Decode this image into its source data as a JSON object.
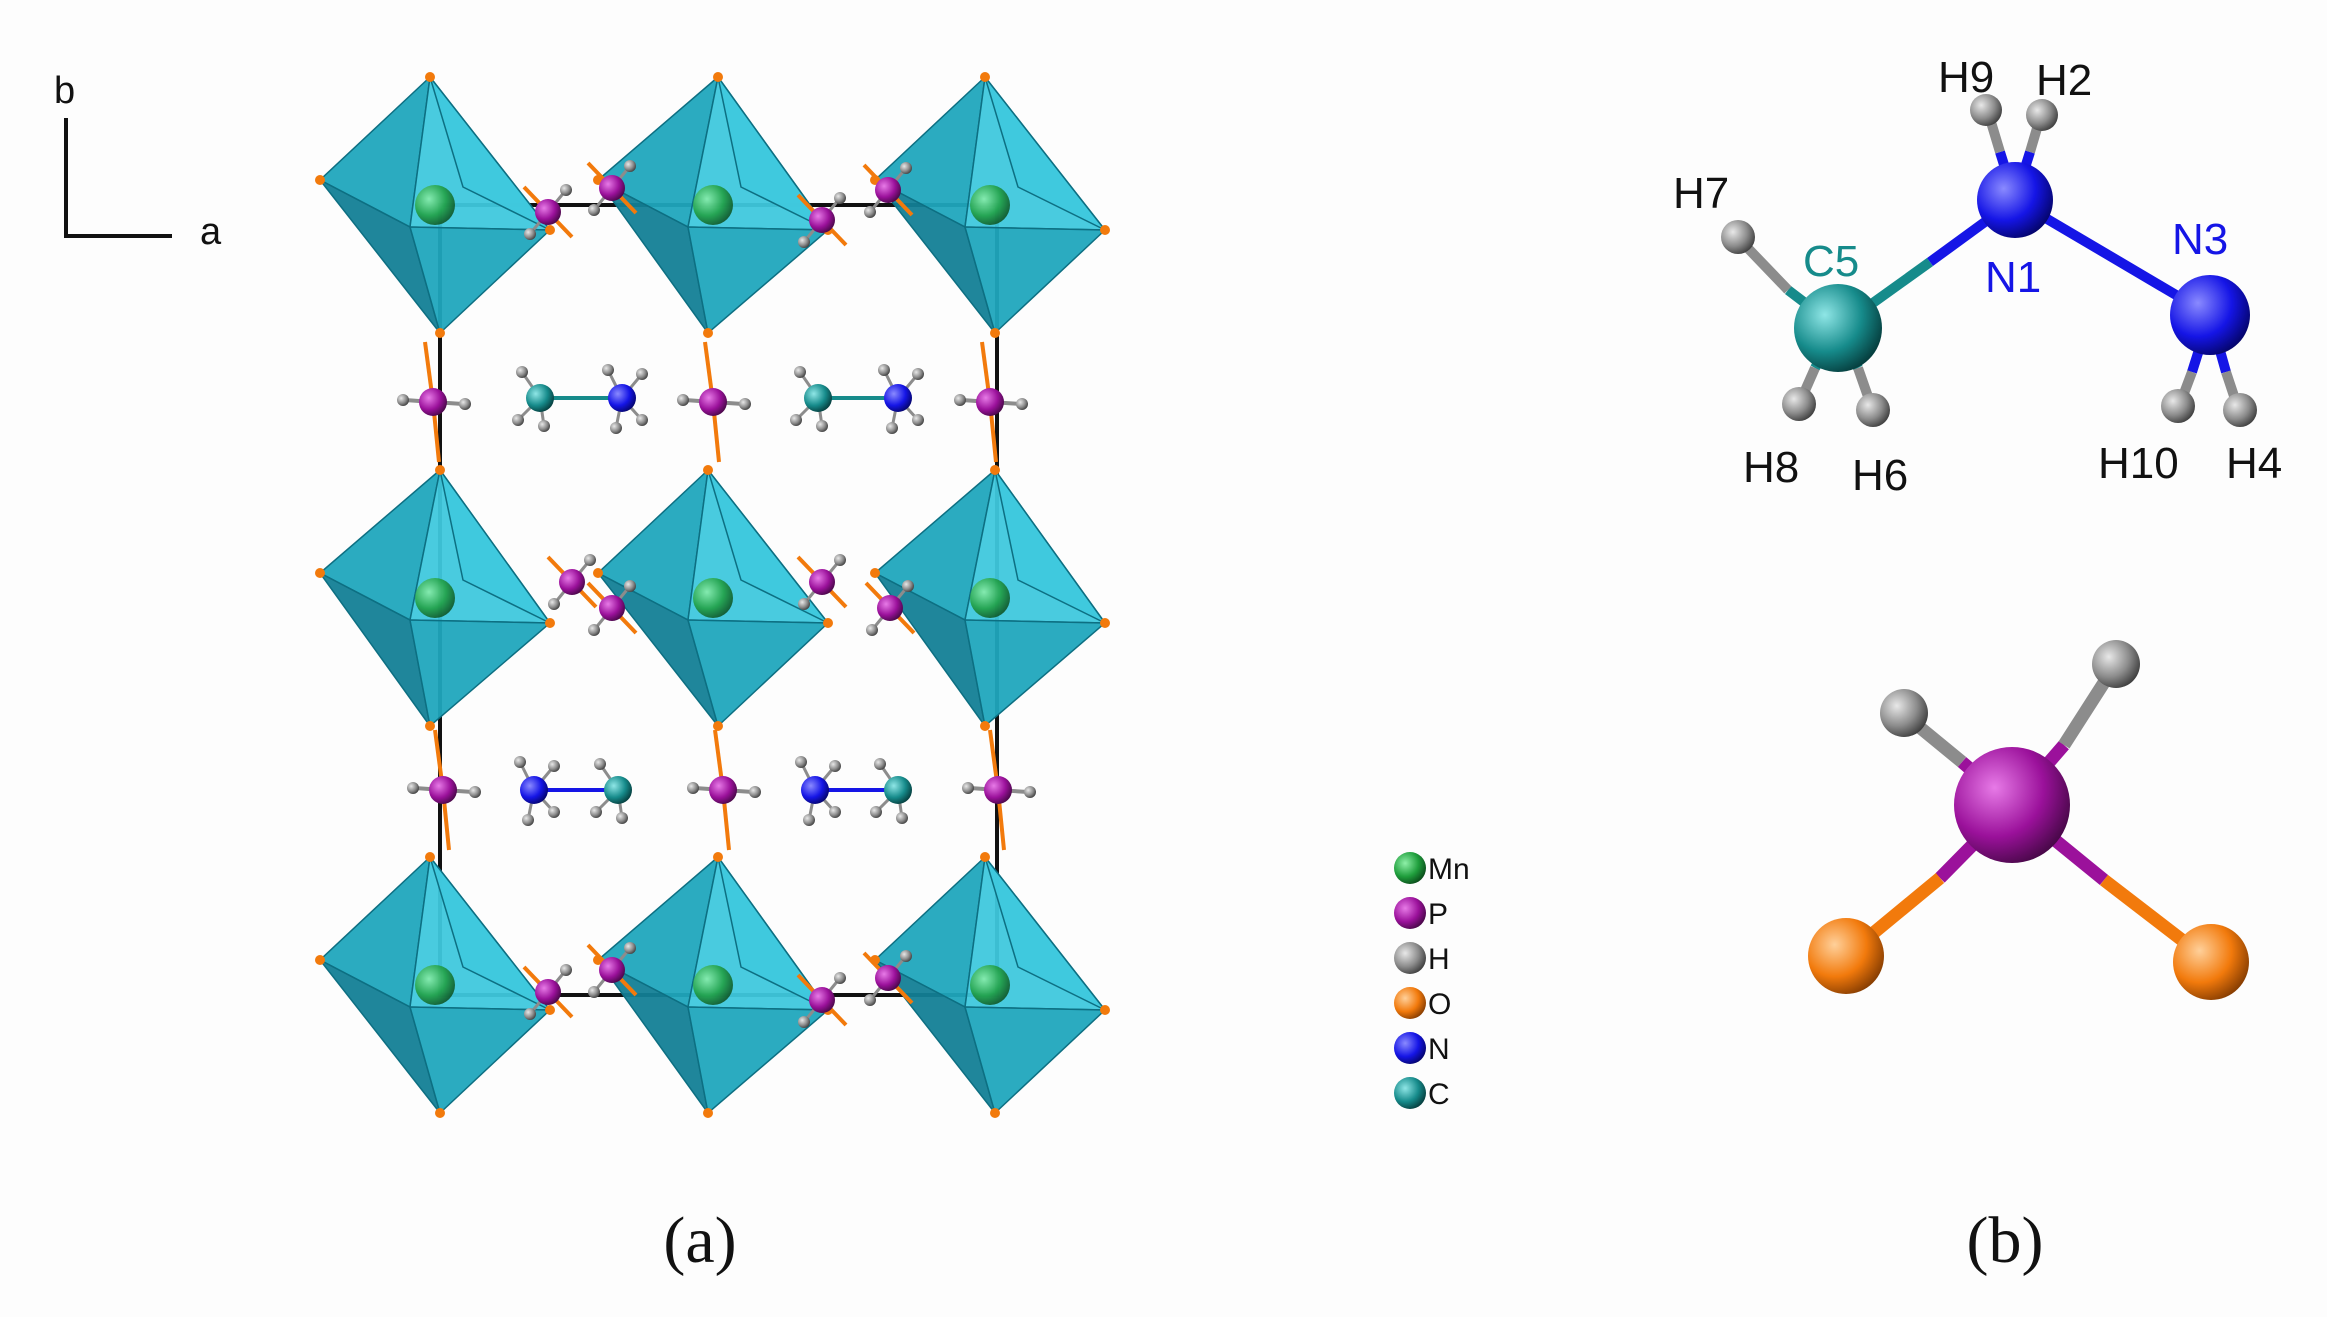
{
  "panel_a": {
    "caption": "(a)",
    "axes": {
      "vertical": "b",
      "horizontal": "a"
    },
    "legend": [
      {
        "label": "Mn",
        "color": "#1f9e3c"
      },
      {
        "label": "P",
        "color": "#9b119b"
      },
      {
        "label": "H",
        "color": "#8c8c8c"
      },
      {
        "label": "O",
        "color": "#f27a0c"
      },
      {
        "label": "N",
        "color": "#1515e6"
      },
      {
        "label": "C",
        "color": "#168b8b"
      }
    ]
  },
  "panel_b": {
    "caption": "(b)",
    "atom_labels": {
      "H9": "H9",
      "H2": "H2",
      "H7": "H7",
      "C5": "C5",
      "N1": "N1",
      "N3": "N3",
      "H8": "H8",
      "H6": "H6",
      "H10": "H10",
      "H4": "H4"
    }
  },
  "colors": {
    "octahedron_light": "#3fc8dd",
    "octahedron_mid": "#20a6bd",
    "octahedron_dark": "#137f96",
    "mn": "#1f9e3c",
    "p": "#9b119b",
    "h": "#8c8c8c",
    "o": "#f27a0c",
    "n": "#1515e6",
    "c": "#168b8b",
    "cell_edge": "#111111",
    "label_c": "#168b8b",
    "label_n": "#1515e6"
  }
}
